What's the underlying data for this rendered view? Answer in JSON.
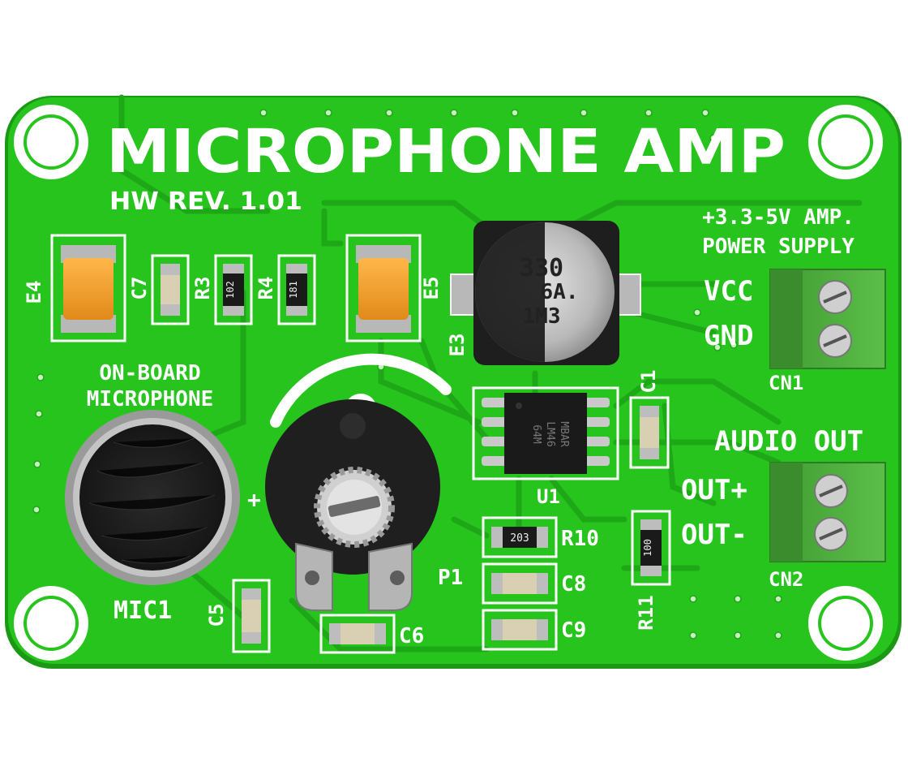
{
  "board": {
    "title": "MICROPHONE AMP",
    "revision": "HW REV. 1.01",
    "colors": {
      "pcb": "#27c41e",
      "trace": "#1ea717",
      "silkscreen": "#ffffff",
      "terminal": "#4caa3a"
    }
  },
  "labels": {
    "power_supply_line1": "+3.3-5V AMP.",
    "power_supply_line2": "POWER SUPPLY",
    "vcc": "VCC",
    "gnd": "GND",
    "cn1": "CN1",
    "audio_out": "AUDIO OUT",
    "out_plus": "OUT+",
    "out_minus": "OUT-",
    "cn2": "CN2",
    "onboard_line1": "ON-BOARD",
    "onboard_line2": "MICROPHONE",
    "mic1": "MIC1",
    "p1": "P1",
    "u1": "U1",
    "plus_sign": "+"
  },
  "designators": {
    "e4": "E4",
    "c7": "C7",
    "r3": "R3",
    "r4": "R4",
    "e5": "E5",
    "e3": "E3",
    "c1": "C1",
    "r10": "R10",
    "c8": "C8",
    "c9": "C9",
    "r11": "R11",
    "c5": "C5",
    "c6": "C6"
  },
  "component_markings": {
    "e3_line1": "330",
    "e3_line2": "6A.",
    "e3_line3": "1M3",
    "r3": "102",
    "r4": "181",
    "r10": "203",
    "r11": "100",
    "u1_line1": "MBAR",
    "u1_line2": "LM46",
    "u1_line3": "64M"
  }
}
